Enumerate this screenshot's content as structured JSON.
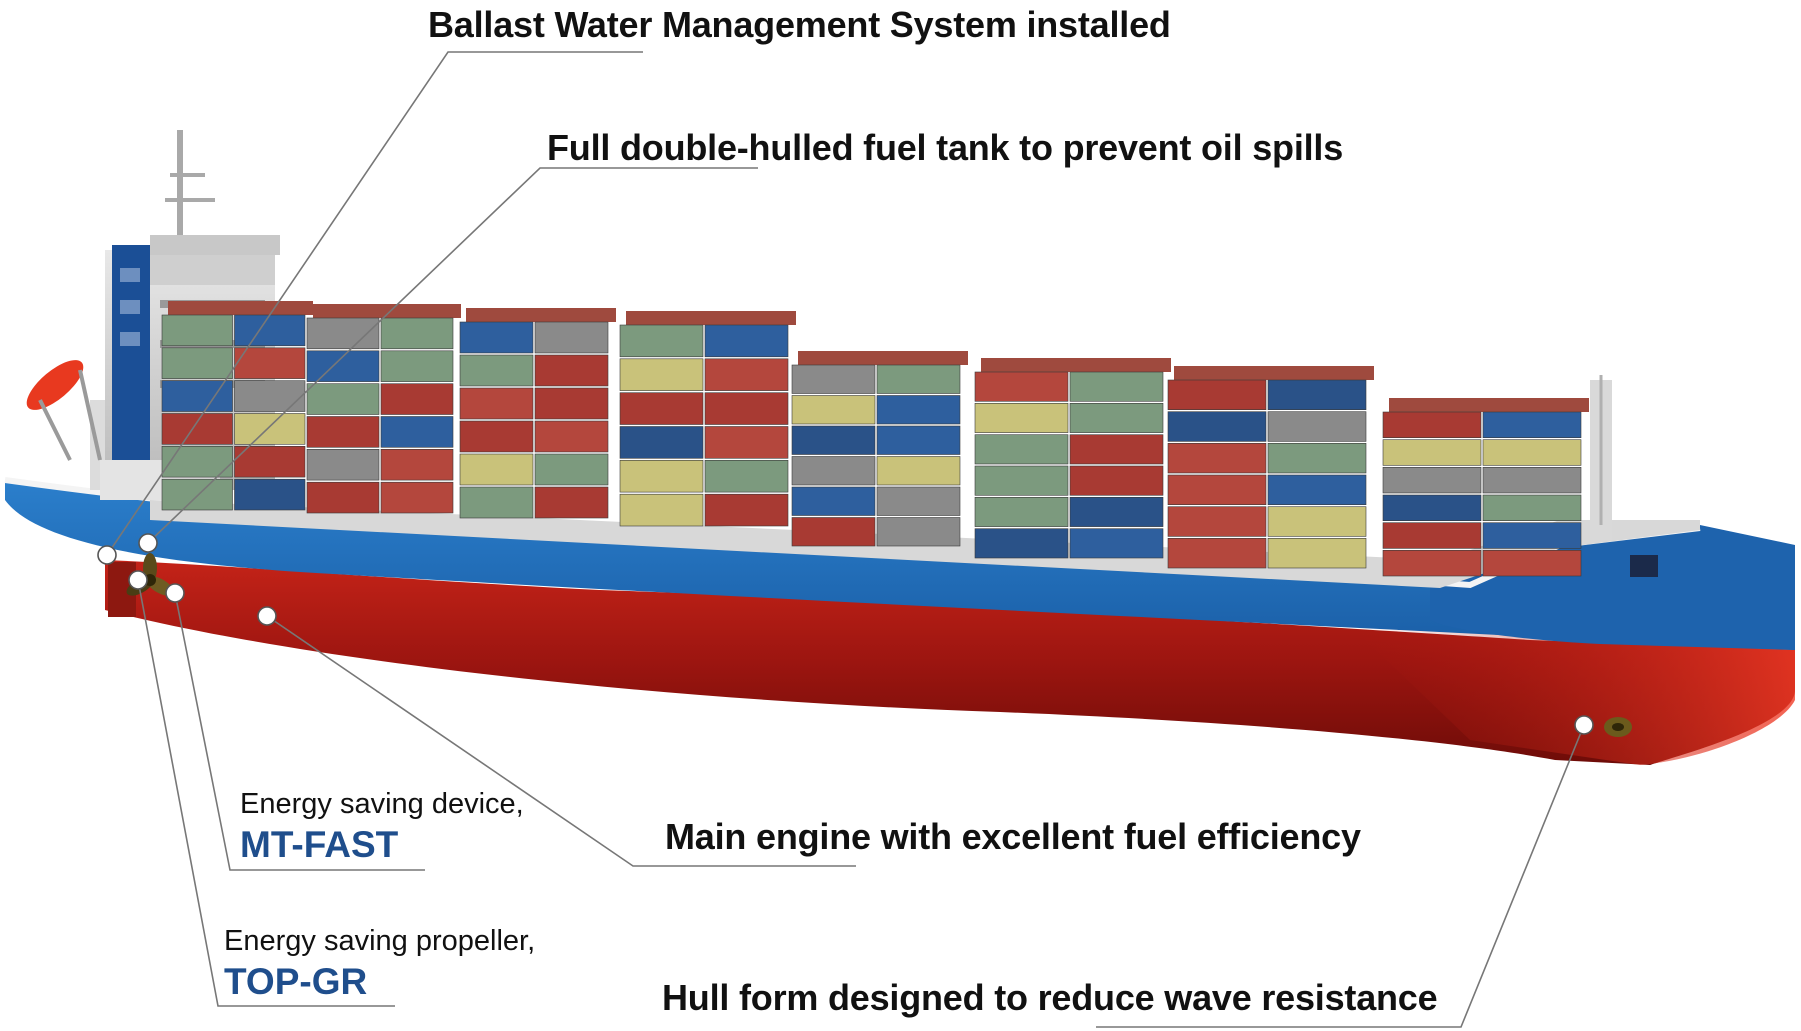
{
  "callouts": {
    "ballast": "Ballast Water Management System installed",
    "double_hull": "Full double-hulled fuel tank to prevent oil spills",
    "main_engine": "Main engine with excellent fuel efficiency",
    "hull_form": "Hull form designed to reduce wave resistance",
    "mtfast_desc": "Energy saving device,",
    "mtfast_name": "MT-FAST",
    "topgr_desc": "Energy saving propeller,",
    "topgr_name": "TOP-GR"
  },
  "colors": {
    "product_name": "#1f4e8c",
    "hull_red": "#b01a12",
    "hull_blue": "#1f6cb8",
    "leader_line": "#777777"
  }
}
